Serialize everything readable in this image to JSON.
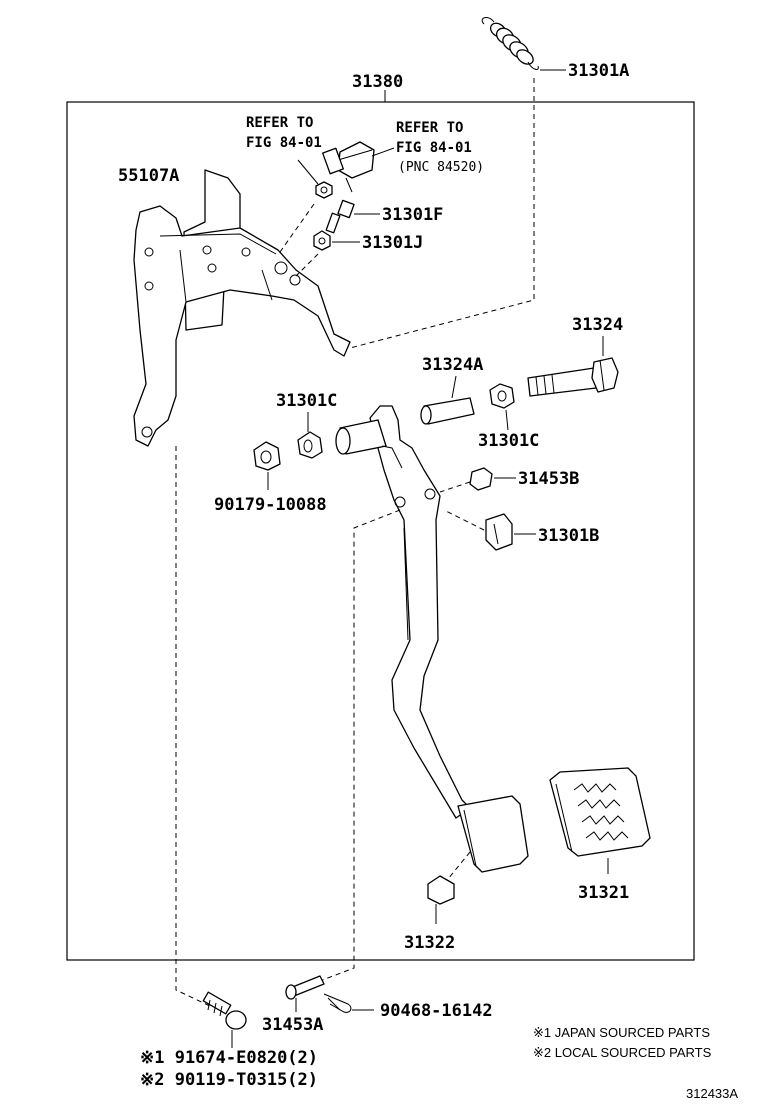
{
  "frame_label": "31380",
  "parts": {
    "p31301A": "31301A",
    "p55107A": "55107A",
    "p31301F": "31301F",
    "p31301J": "31301J",
    "p31324": "31324",
    "p31324A": "31324A",
    "p31301C_left": "31301C",
    "p31301C_right": "31301C",
    "p31453B": "31453B",
    "p90179": "90179-10088",
    "p31301B": "31301B",
    "p31321": "31321",
    "p31322": "31322",
    "p31453A": "31453A",
    "p90468": "90468-16142"
  },
  "refer_left": {
    "line1": "REFER TO",
    "line2": "FIG 84-01"
  },
  "refer_right": {
    "line1": "REFER TO",
    "line2": "FIG 84-01",
    "line3": "(PNC 84520)"
  },
  "bolt_notes": {
    "line1": "※1 91674-E0820(2)",
    "line2": "※2 90119-T0315(2)"
  },
  "legend": {
    "line1": "※1 JAPAN SOURCED PARTS",
    "line2": "※2 LOCAL SOURCED PARTS"
  },
  "figure_id": "312433A"
}
